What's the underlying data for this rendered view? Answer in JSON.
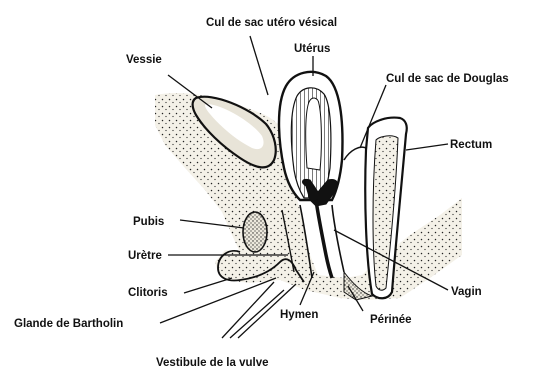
{
  "figure": {
    "labels": {
      "cul_de_sac_utero_vesical": "Cul de sac utéro vésical",
      "uterus": "Utérus",
      "vessie": "Vessie",
      "cul_de_sac_douglas": "Cul de sac de Douglas",
      "rectum": "Rectum",
      "pubis": "Pubis",
      "uretre": "Urètre",
      "clitoris": "Clitoris",
      "glande_bartholin": "Glande de Bartholin",
      "vestibule_vulve": "Vestibule de la vulve",
      "hymen": "Hymen",
      "perinee": "Périnée",
      "vagin": "Vagin"
    },
    "colors": {
      "ink": "#111111",
      "tissue": "#f4f1e8",
      "stipple": "#222222",
      "cavity": "#ffffff",
      "dark": "#111111"
    }
  }
}
